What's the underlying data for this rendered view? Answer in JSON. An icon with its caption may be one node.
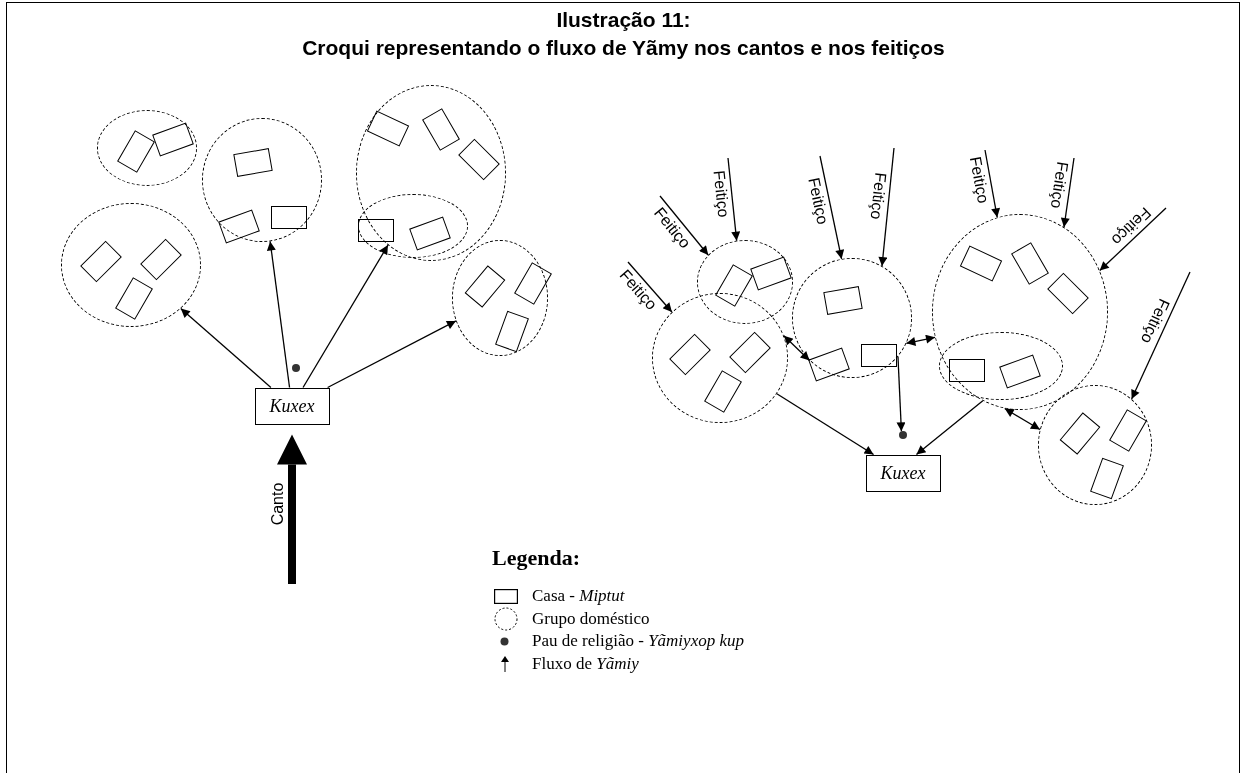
{
  "diagram": {
    "title": "Ilustração 11:",
    "caption": "Croqui representando o fluxo de Yãmy nos cantos e nos feitiços",
    "nodes": [
      {
        "text": [],
        "shape": "circle"
      },
      {
        "text": [],
        "shape": "box",
        "in": 0
      },
      {
        "text": [],
        "shape": "box",
        "in": 0
      },
      {
        "text": [],
        "shape": "circle"
      },
      {
        "text": [],
        "shape": "box",
        "in": 3
      },
      {
        "text": [],
        "shape": "box",
        "in": 3
      },
      {
        "text": [],
        "shape": "box",
        "in": 3
      },
      {
        "text": [],
        "shape": "circle"
      },
      {
        "text": [],
        "shape": "box",
        "in": 7
      },
      {
        "text": [],
        "shape": "box",
        "in": 7
      },
      {
        "text": [],
        "shape": "box",
        "in": 7
      },
      {
        "text": [],
        "shape": "circle"
      },
      {
        "text": [],
        "shape": "box",
        "in": 11
      },
      {
        "text": [],
        "shape": "box",
        "in": 11
      },
      {
        "text": [],
        "shape": "box",
        "in": 11
      },
      {
        "text": [],
        "shape": "circle",
        "in": 11
      },
      {
        "text": [],
        "shape": "box",
        "in": 15
      },
      {
        "text": [],
        "shape": "box",
        "in": 15
      },
      {
        "text": [],
        "shape": "circle"
      },
      {
        "text": [],
        "shape": "box",
        "in": 18
      },
      {
        "text": [],
        "shape": "box",
        "in": 18
      },
      {
        "text": [],
        "shape": "box",
        "in": 18
      },
      {
        "text": [],
        "shape": "dot"
      },
      {
        "text": [
          "Kuxex"
        ]
      },
      {
        "text": [],
        "shape": "circle"
      },
      {
        "text": [],
        "shape": "box",
        "in": 24
      },
      {
        "text": [],
        "shape": "box",
        "in": 24
      },
      {
        "text": [],
        "shape": "circle"
      },
      {
        "text": [],
        "shape": "box",
        "in": 27
      },
      {
        "text": [],
        "shape": "box",
        "in": 27
      },
      {
        "text": [],
        "shape": "box",
        "in": 27
      },
      {
        "text": [],
        "shape": "circle"
      },
      {
        "text": [],
        "shape": "box",
        "in": 31
      },
      {
        "text": [],
        "shape": "box",
        "in": 31
      },
      {
        "text": [],
        "shape": "box",
        "in": 31
      },
      {
        "text": [],
        "shape": "circle"
      },
      {
        "text": [],
        "shape": "box",
        "in": 35
      },
      {
        "text": [],
        "shape": "box",
        "in": 35
      },
      {
        "text": [],
        "shape": "box",
        "in": 35
      },
      {
        "text": [],
        "shape": "circle",
        "in": 35
      },
      {
        "text": [],
        "shape": "box",
        "in": 39
      },
      {
        "text": [],
        "shape": "box",
        "in": 39
      },
      {
        "text": [],
        "shape": "circle"
      },
      {
        "text": [],
        "shape": "box",
        "in": 42
      },
      {
        "text": [],
        "shape": "box",
        "in": 42
      },
      {
        "text": [],
        "shape": "box",
        "in": 42
      },
      {
        "text": [],
        "shape": "dot"
      },
      {
        "text": [
          "Kuxex"
        ]
      }
    ],
    "edges": [
      {
        "from": 23,
        "to": 3,
        "arrow": "to"
      },
      {
        "from": 23,
        "to": 7,
        "arrow": "to"
      },
      {
        "from": 23,
        "to": 11,
        "arrow": "to"
      },
      {
        "from": 23,
        "to": 18,
        "arrow": "to"
      },
      {
        "from": null,
        "to": 23,
        "arrow": "to",
        "label": "Canto",
        "style": "thick"
      },
      {
        "from": null,
        "to": 27,
        "arrow": "to",
        "label": "Feitiço"
      },
      {
        "from": null,
        "to": 24,
        "arrow": "to",
        "label": "Feitiço"
      },
      {
        "from": null,
        "to": 24,
        "arrow": "to",
        "label": "Feitiço"
      },
      {
        "from": null,
        "to": 31,
        "arrow": "to",
        "label": "Feitiço"
      },
      {
        "from": null,
        "to": 31,
        "arrow": "to",
        "label": "Feitiço"
      },
      {
        "from": null,
        "to": 35,
        "arrow": "to",
        "label": "Feitiço"
      },
      {
        "from": null,
        "to": 35,
        "arrow": "to",
        "label": "Feitiço"
      },
      {
        "from": null,
        "to": 35,
        "arrow": "to",
        "label": "Feitiço"
      },
      {
        "from": null,
        "to": 42,
        "arrow": "to",
        "label": "Feitiço"
      },
      {
        "from": 27,
        "to": 31,
        "arrow": "both"
      },
      {
        "from": 31,
        "to": 35,
        "arrow": "both"
      },
      {
        "from": 35,
        "to": 42,
        "arrow": "both"
      },
      {
        "from": 27,
        "to": 47,
        "arrow": "to"
      },
      {
        "from": 31,
        "to": 46,
        "arrow": "to"
      },
      {
        "from": 35,
        "to": 47,
        "arrow": "to"
      }
    ],
    "labels": [
      "Legenda:"
    ],
    "legend": [
      {
        "text": "Casa - *Miptut*"
      },
      {
        "text": "Grupo doméstico"
      },
      {
        "text": "Pau de religião - *Yãmiyxop kup*"
      },
      {
        "text": "Fluxo de *Yãmiy*"
      }
    ]
  }
}
